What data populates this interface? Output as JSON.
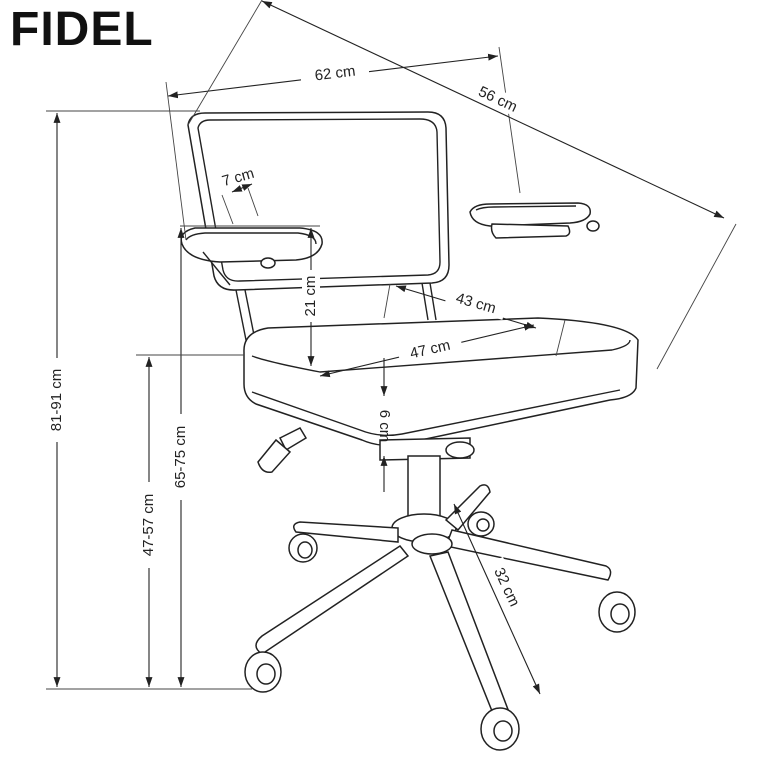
{
  "product": {
    "name": "FIDEL"
  },
  "dimensions": {
    "total_width": "62 cm",
    "total_depth": "56 cm",
    "armrest_width": "7 cm",
    "armrest_height_above_seat": "21 cm",
    "seat_depth": "43 cm",
    "seat_width": "47 cm",
    "seat_thickness": "6 cm",
    "total_height": "81-91 cm",
    "armrest_height": "65-75 cm",
    "seat_height": "47-57 cm",
    "base_radius": "32 cm"
  }
}
